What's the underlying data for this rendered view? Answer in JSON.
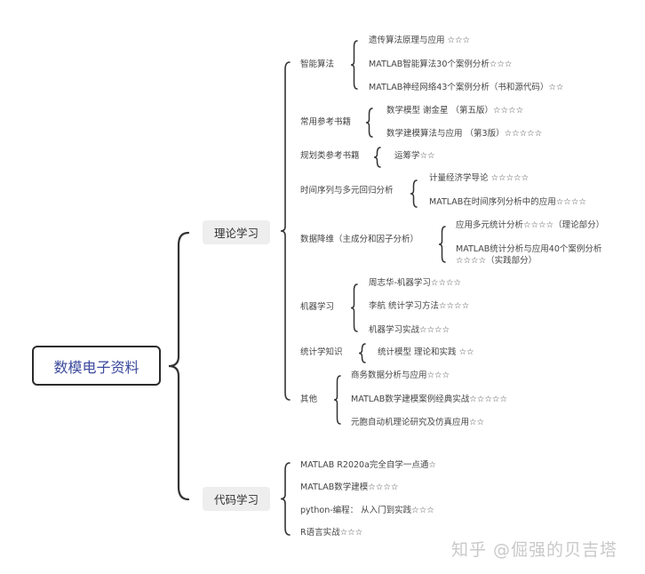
{
  "root": "数模电子资料",
  "branches": {
    "theory": {
      "label": "理论学习",
      "categories": [
        {
          "label": "智能算法",
          "items": [
            "遗传算法原理与应用 ☆☆☆",
            "MATLAB智能算法30个案例分析☆☆☆",
            "MATLAB神经网络43个案例分析（书和源代码）☆☆"
          ]
        },
        {
          "label": "常用参考书籍",
          "items": [
            "数学模型 谢金星 （第五版）☆☆☆☆",
            "数学建模算法与应用 （第3版）☆☆☆☆☆"
          ]
        },
        {
          "label": "规划类参考书籍",
          "items": [
            "运筹学☆☆"
          ]
        },
        {
          "label": "时间序列与多元回归分析",
          "items": [
            "计量经济学导论 ☆☆☆☆☆",
            "MATLAB在时间序列分析中的应用☆☆☆☆"
          ]
        },
        {
          "label": "数据降维（主成分和因子分析）",
          "items": [
            "应用多元统计分析☆☆☆☆（理论部分）",
            "MATLAB统计分析与应用40个案例分析",
            "☆☆☆☆（实践部分）"
          ]
        },
        {
          "label": "机器学习",
          "items": [
            "周志华-机器学习☆☆☆☆",
            "李航 统计学习方法☆☆☆☆",
            "机器学习实战☆☆☆☆"
          ]
        },
        {
          "label": "统计学知识",
          "items": [
            "统计模型 理论和实践 ☆☆"
          ]
        },
        {
          "label": "其他",
          "items": [
            "商务数据分析与应用☆☆☆",
            "MATLAB数学建模案例经典实战☆☆☆☆☆",
            "元胞自动机理论研究及仿真应用☆☆"
          ]
        }
      ]
    },
    "code": {
      "label": "代码学习",
      "items": [
        "MATLAB R2020a完全自学一点通☆",
        "MATLAB数学建模☆☆☆☆",
        "python-编程： 从入门到实践☆☆☆",
        "R语言实战☆☆☆"
      ]
    }
  },
  "watermark": "知乎 @倔强的贝吉塔"
}
